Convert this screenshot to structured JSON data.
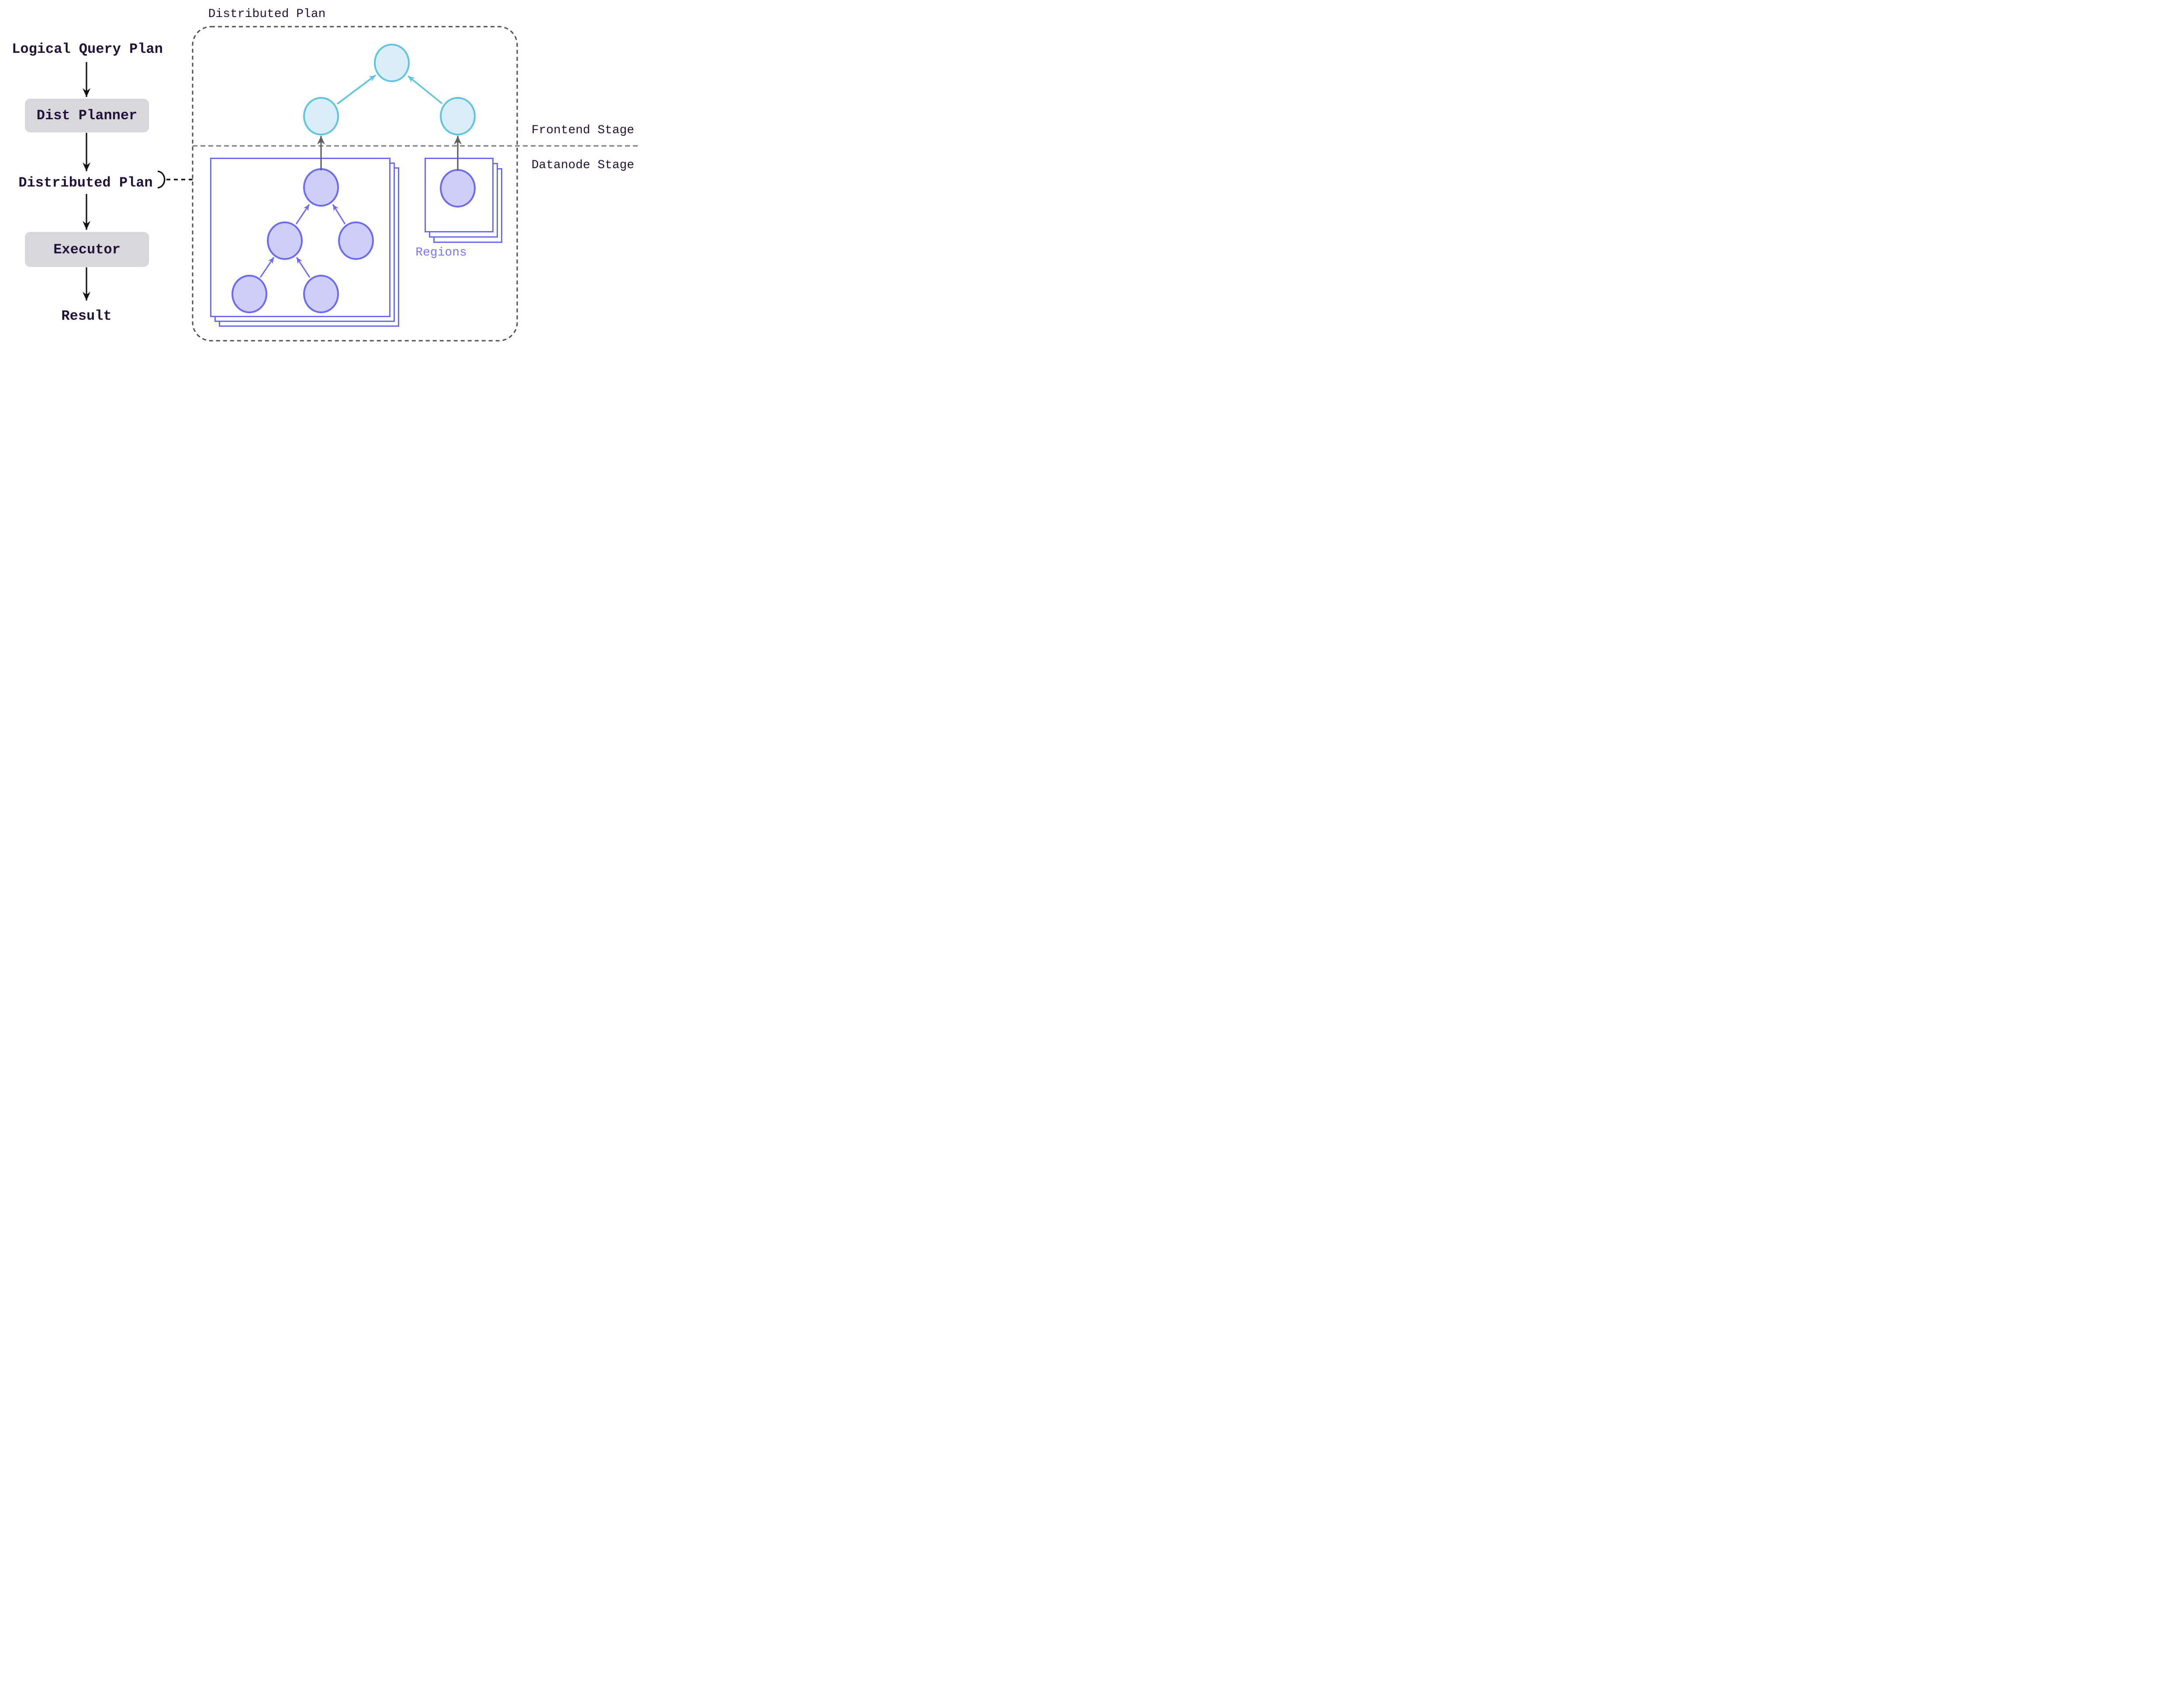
{
  "left_flow": {
    "logical_query_plan": "Logical Query Plan",
    "dist_planner": "Dist Planner",
    "distributed_plan": "Distributed Plan",
    "executor": "Executor",
    "result": "Result"
  },
  "plan_box": {
    "title": "Distributed Plan",
    "frontend_stage": "Frontend Stage",
    "datanode_stage": "Datanode Stage",
    "regions": "Regions"
  },
  "colors": {
    "text_dark": "#201239",
    "accent_purple": "#6b6bf2",
    "purple_fill": "#cfcef9",
    "cyan_border": "#5fc4e0",
    "cyan_fill": "#d9eef8",
    "box_gray": "#d8d8dc",
    "regions_text": "#7678f0",
    "container_dash": "#4d4d4d",
    "divider_dash": "#808080",
    "arrow_black": "#111111",
    "arrow_gray": "#5b5f63"
  }
}
